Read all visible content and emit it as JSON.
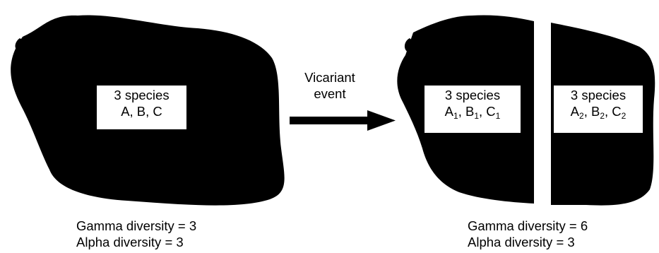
{
  "left_region": {
    "species_count": "3 species",
    "species_list": "A, B, C",
    "gamma": "Gamma diversity = 3",
    "alpha": "Alpha diversity = 3"
  },
  "arrow": {
    "label_line1": "Vicariant",
    "label_line2": "event"
  },
  "right_region": {
    "left_box": {
      "species_count": "3 species",
      "species": [
        {
          "name": "A",
          "sub": "1"
        },
        {
          "name": "B",
          "sub": "1"
        },
        {
          "name": "C",
          "sub": "1"
        }
      ]
    },
    "right_box": {
      "species_count": "3 species",
      "species": [
        {
          "name": "A",
          "sub": "2"
        },
        {
          "name": "B",
          "sub": "2"
        },
        {
          "name": "C",
          "sub": "2"
        }
      ]
    },
    "gamma": "Gamma diversity = 6",
    "alpha": "Alpha diversity = 3"
  },
  "colors": {
    "landmass": "#000000",
    "background": "#ffffff"
  }
}
